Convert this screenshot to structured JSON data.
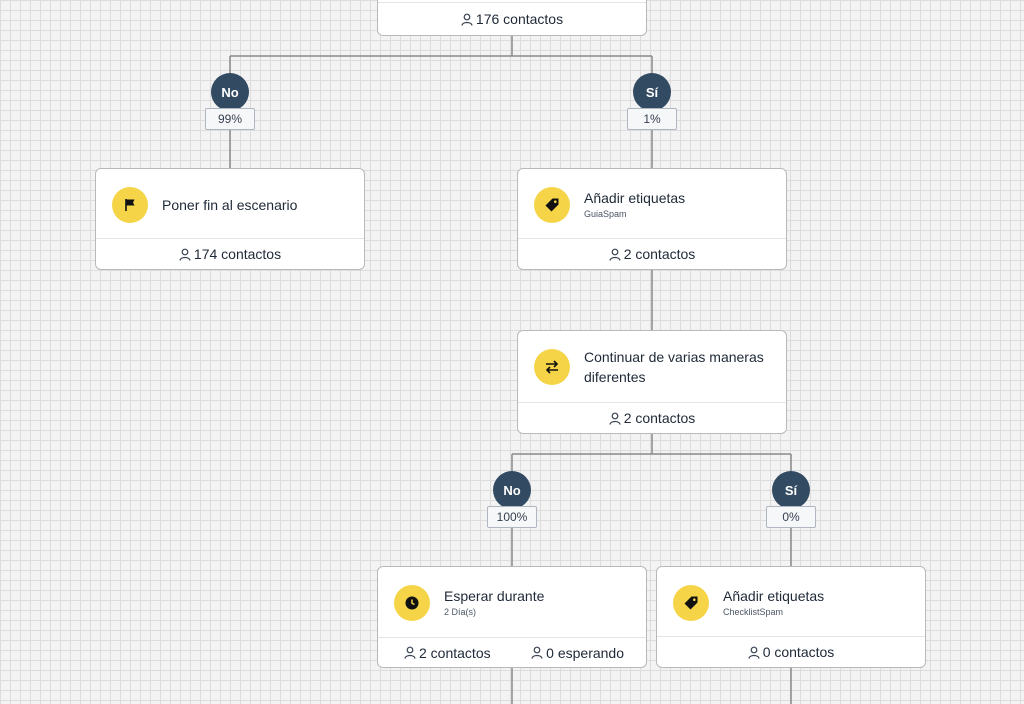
{
  "top_node": {
    "contacts": "176 contactos"
  },
  "branch1": {
    "no": {
      "label": "No",
      "percent": "99%"
    },
    "yes": {
      "label": "Sí",
      "percent": "1%"
    }
  },
  "end_node": {
    "title": "Poner fin al escenario",
    "contacts": "174 contactos"
  },
  "tags_node_1": {
    "title": "Añadir etiquetas",
    "subtitle": "GuiaSpam",
    "contacts": "2 contactos"
  },
  "split_node": {
    "title_line1": "Continuar de varias maneras",
    "title_line2": "diferentes",
    "contacts": "2 contactos"
  },
  "branch2": {
    "no": {
      "label": "No",
      "percent": "100%"
    },
    "yes": {
      "label": "Sí",
      "percent": "0%"
    }
  },
  "wait_node": {
    "title": "Esperar durante",
    "subtitle": "2 Día(s)",
    "contacts": "2 contactos",
    "waiting": "0 esperando"
  },
  "tags_node_2": {
    "title": "Añadir etiquetas",
    "subtitle": "ChecklistSpam",
    "contacts": "0 contactos"
  },
  "icons": {
    "end": "flag-icon",
    "tags": "tag-icon",
    "split": "arrows-swap-icon",
    "wait": "clock-icon",
    "contacts": "person-icon"
  },
  "colors": {
    "accent_yellow": "#f5d547",
    "branch_navy": "#334a63",
    "line_gray": "#8a8a8a"
  }
}
